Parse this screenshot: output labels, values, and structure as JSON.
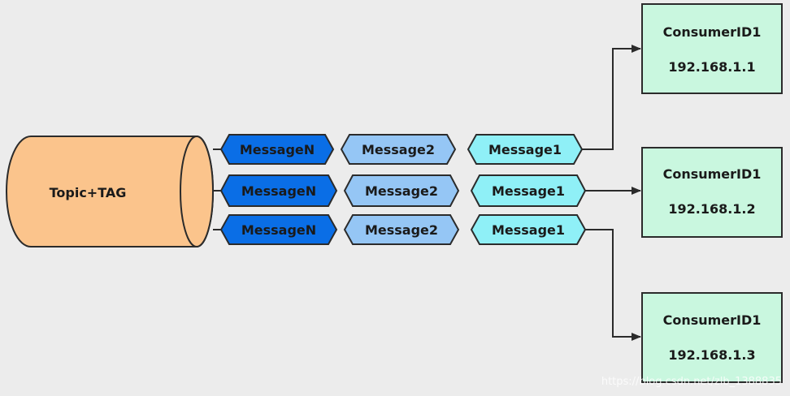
{
  "source": {
    "label": "Topic+TAG"
  },
  "queues": [
    {
      "messages": [
        "MessageN",
        "Message2",
        "Message1"
      ]
    },
    {
      "messages": [
        "MessageN",
        "Message2",
        "Message1"
      ]
    },
    {
      "messages": [
        "MessageN",
        "Message2",
        "Message1"
      ]
    }
  ],
  "consumers": [
    {
      "id": "ConsumerID1",
      "ip": "192.168.1.1"
    },
    {
      "id": "ConsumerID1",
      "ip": "192.168.1.2"
    },
    {
      "id": "ConsumerID1",
      "ip": "192.168.1.3"
    }
  ],
  "colors": {
    "background": "#ececec",
    "cylinder": "#fbc48c",
    "message_n": "#0a6ee6",
    "message_2": "#95c6f5",
    "message_1": "#8ff0f7",
    "consumer": "#c9f7df",
    "stroke": "#2b2b2b"
  },
  "watermark": "https://blog.csdn.net/zlb_1388835"
}
